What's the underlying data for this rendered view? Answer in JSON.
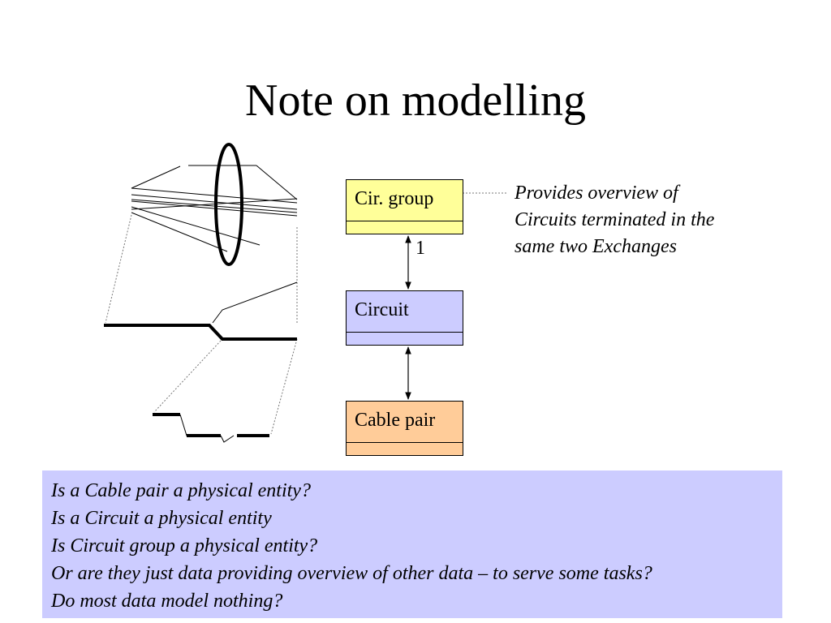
{
  "slide": {
    "title": "Note on modelling"
  },
  "diagram": {
    "classes": [
      {
        "id": "cir-group",
        "name": "Cir. group",
        "fill": "#ffff99"
      },
      {
        "id": "circuit",
        "name": "Circuit",
        "fill": "#ccccff"
      },
      {
        "id": "cable-pair",
        "name": "Cable pair",
        "fill": "#ffcc99"
      }
    ],
    "multiplicity": "1",
    "note_lines": [
      "Provides overview of",
      "Circuits terminated in the",
      "same two Exchanges"
    ]
  },
  "questions": {
    "background": "#ccccff",
    "lines": [
      "Is a Cable pair a physical entity?",
      "Is a Circuit a physical entity",
      "Is Circuit group a physical entity?",
      "Or are they just data providing overview of other data – to serve some tasks?",
      "Do most data model nothing?"
    ]
  }
}
